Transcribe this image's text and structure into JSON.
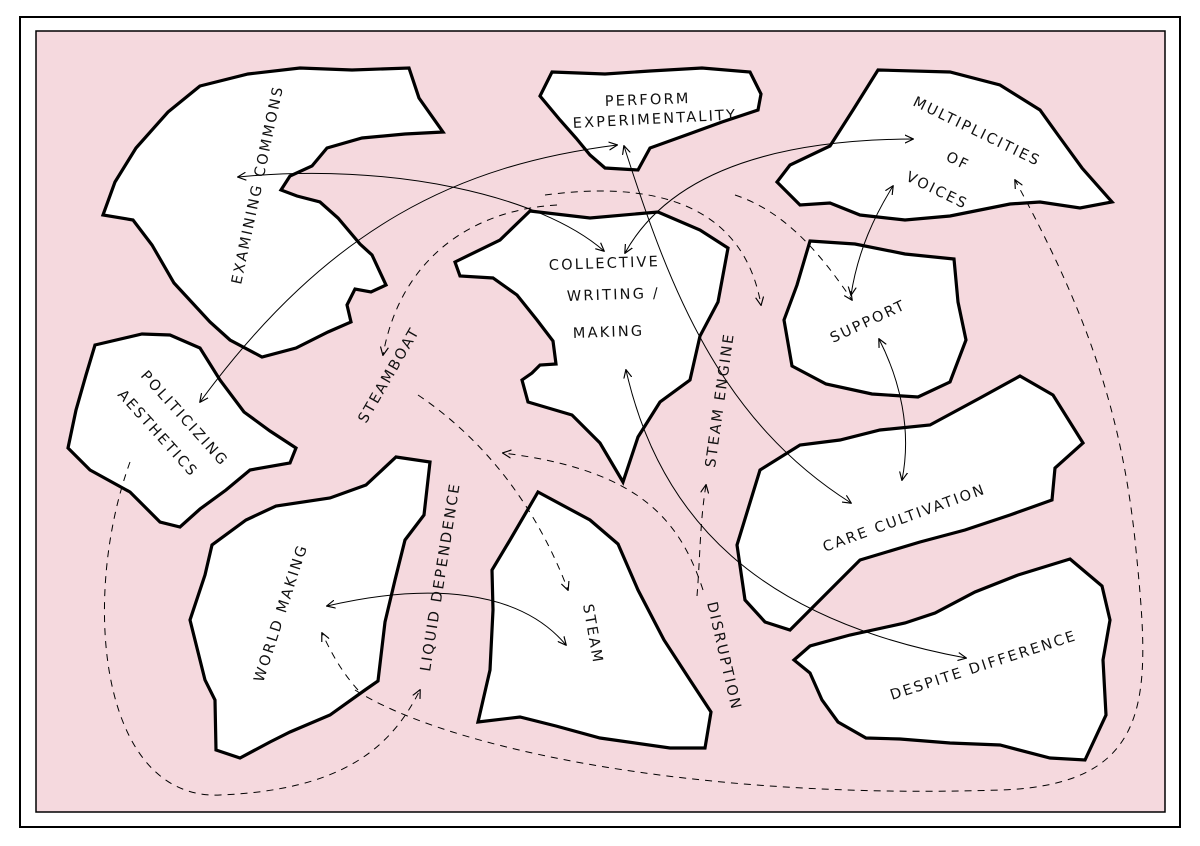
{
  "colors": {
    "background": "#f5d9de",
    "island_fill": "#ffffff",
    "outline": "#000000"
  },
  "islands": {
    "examining_commons": "EXAMINING COMMONS",
    "perform_1": "PERFORM",
    "perform_2": "EXPERIMENTALITY",
    "multi_1": "MULTIPLICITIES",
    "multi_2": "OF",
    "multi_3": "VOICES",
    "collective_1": "COLLECTIVE",
    "collective_2": "WRITING /",
    "collective_3": "MAKING",
    "support": "SUPPORT",
    "politicizing_1": "POLITICIZING",
    "politicizing_2": "AESTHETICS",
    "care_cultivation": "CARE CULTIVATION",
    "world_making": "WORLD MAKING",
    "steam": "STEAM",
    "despite_difference": "DESPITE DIFFERENCE"
  },
  "currents": {
    "steamboat": "STEAMBOAT",
    "steam_engine": "STEAM ENGINE",
    "liquid_dependence": "LIQUID DEPENDENCE",
    "disruption": "DISRUPTION"
  }
}
